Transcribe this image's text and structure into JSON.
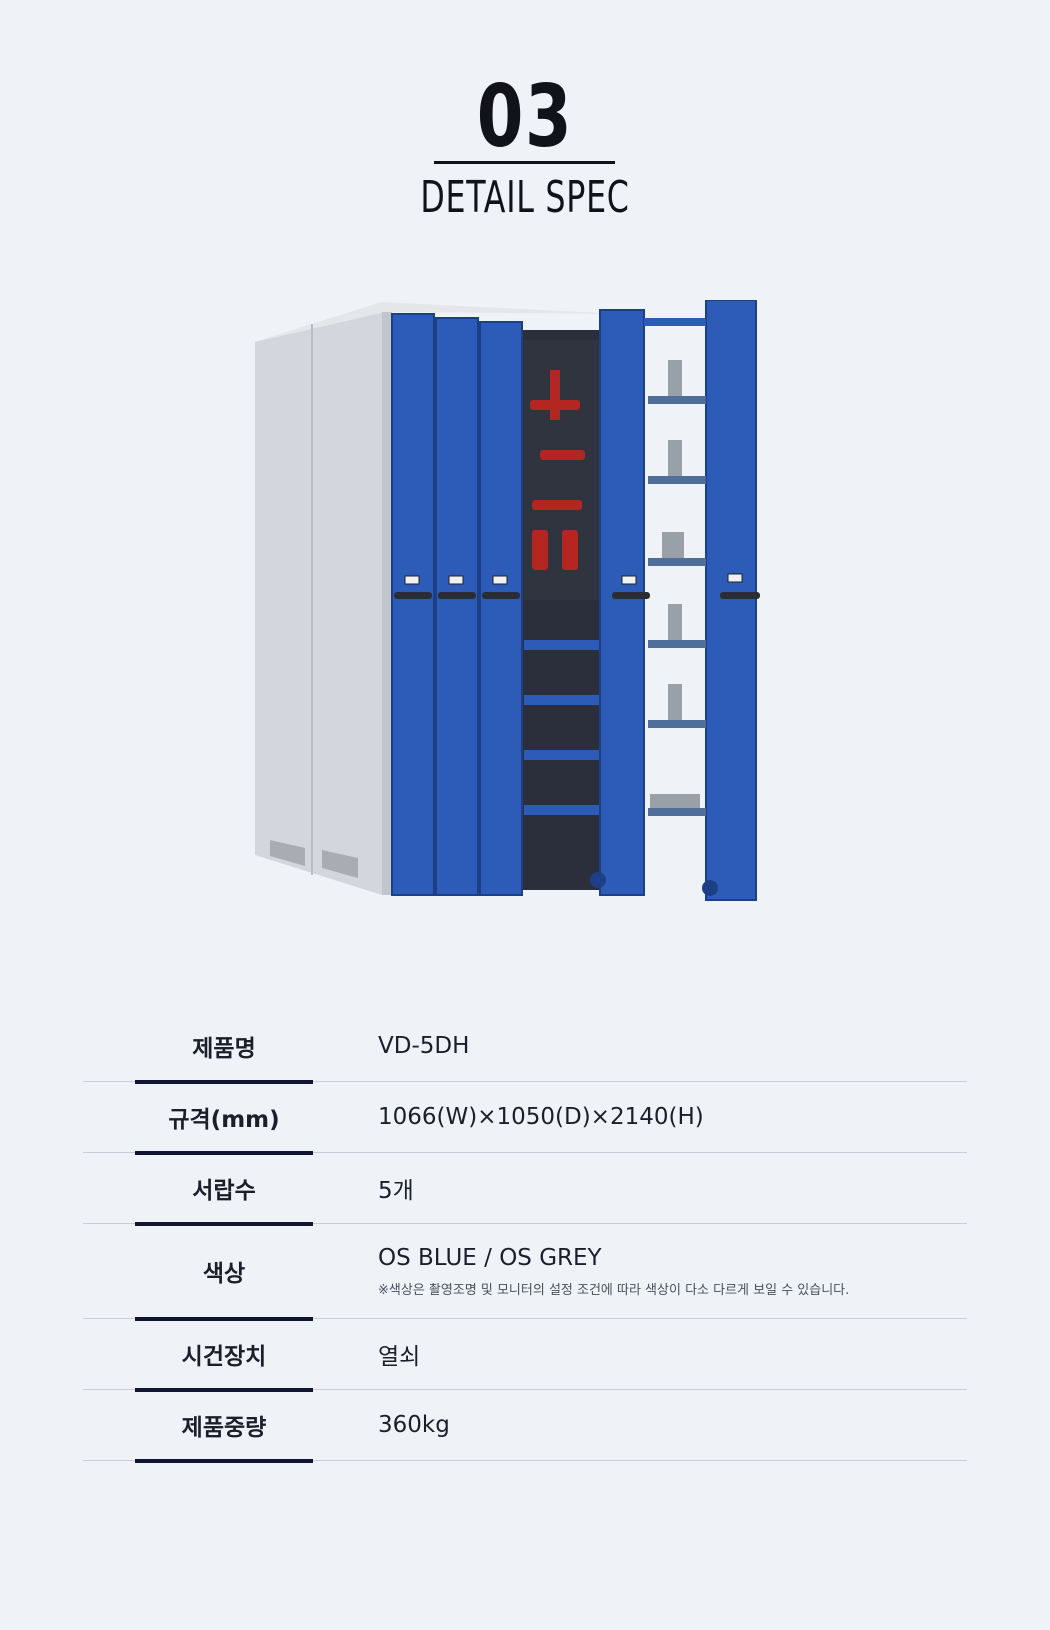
{
  "header": {
    "number": "03",
    "subtitle": "DETAIL SPEC"
  },
  "product_image": {
    "alt_icon": "storage-cabinet-illustration",
    "colors": {
      "blue": "#2a5bb5",
      "blue_dark": "#1d3f86",
      "grey": "#d6d9de",
      "grey_dark": "#a9adb3",
      "red": "#b32622"
    }
  },
  "spec": {
    "rows": [
      {
        "label": "제품명",
        "value": "VD-5DH"
      },
      {
        "label": "규격(mm)",
        "value": "1066(W)×1050(D)×2140(H)"
      },
      {
        "label": "서랍수",
        "value": "5개"
      },
      {
        "label": "색상",
        "value": "OS BLUE / OS GREY",
        "note": "※색상은 촬영조명 및 모니터의 설정 조건에 따라 색상이 다소 다르게 보일 수 있습니다."
      },
      {
        "label": "시건장치",
        "value": "열쇠"
      },
      {
        "label": "제품중량",
        "value": "360kg"
      }
    ]
  }
}
